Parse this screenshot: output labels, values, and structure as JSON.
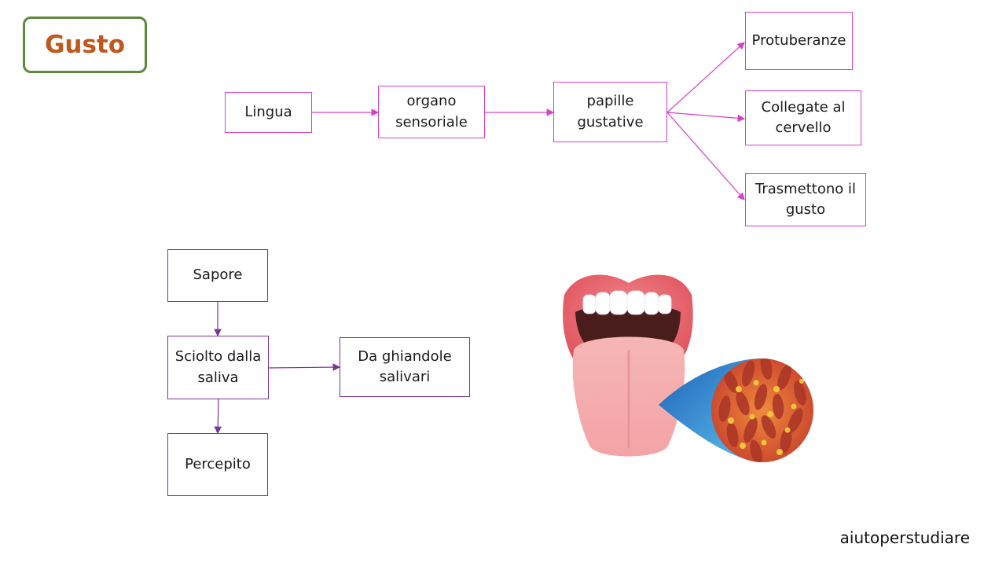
{
  "title": "Gusto",
  "top_flow": {
    "lingua": "Lingua",
    "organo": [
      "organo",
      "sensoriale"
    ],
    "papille": [
      "papille",
      "gustative"
    ],
    "protuberanze": "Protuberanze",
    "collegate": [
      "Collegate al",
      "cervello"
    ],
    "trasmettono": [
      "Trasmettono il",
      "gusto"
    ]
  },
  "bottom_flow": {
    "sapore": "Sapore",
    "sciolto": [
      "Sciolto dalla",
      "saliva"
    ],
    "ghiandole": [
      "Da ghiandole",
      "salivari"
    ],
    "percepito": "Percepito"
  },
  "footer": "aiutoperstudiare",
  "colors": {
    "title_text": "#c0571b",
    "title_border": "#5b8a3c",
    "top_connector": "#d640c8",
    "bottom_connector": "#7a3596"
  }
}
